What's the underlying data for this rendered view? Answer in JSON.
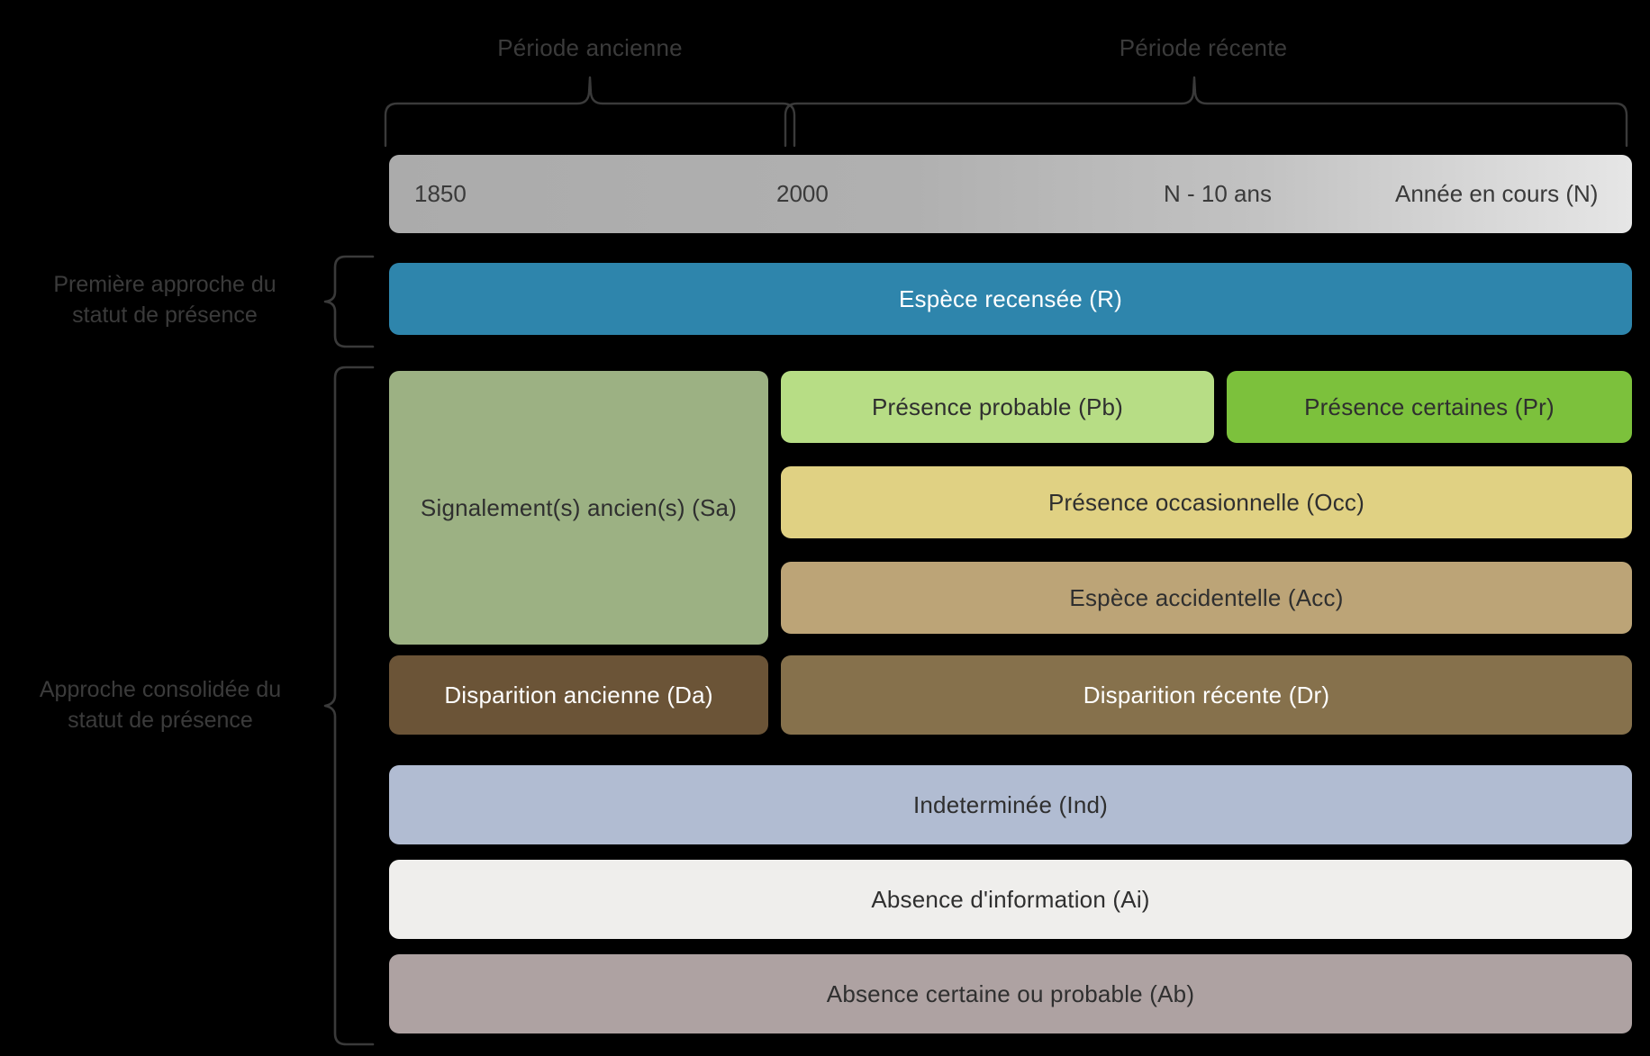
{
  "title": "Statut de présence – schéma des périodes",
  "colors": {
    "background": "#000000",
    "brace": "#3a3a3a",
    "heading_text": "#3b3b3b",
    "timeline_gradient_start": "#ABABAB",
    "timeline_gradient_end": "#E6E6E6",
    "recensee_blue": "#2E85AC",
    "signalement_green": "#9CB183",
    "probable_green": "#B7DD85",
    "certaine_green": "#7CC13C",
    "occasionnelle_yellow": "#E0D183",
    "accidentelle_tan": "#BCA477",
    "disparition_ancienne_brown": "#6B5437",
    "disparition_recente_brown": "#86714C",
    "indeterminee_blue_grey": "#B1BCD2",
    "absence_info_white": "#EFEEEC",
    "absence_certaine_grey": "#AEA2A2"
  },
  "periods": [
    {
      "id": "ancienne",
      "label": "Période ancienne"
    },
    {
      "id": "recente",
      "label": "Période récente"
    }
  ],
  "side_groups": [
    {
      "id": "first",
      "label": "Première approche du\nstatut de présence"
    },
    {
      "id": "consolidated",
      "label": "Approche consolidée du\nstatut de présence"
    }
  ],
  "timeline": {
    "ticks": [
      {
        "id": "start-year",
        "label": "1850"
      },
      {
        "id": "mid-year",
        "label": "2000"
      },
      {
        "id": "n-minus-ten",
        "label": "N - 10 ans"
      },
      {
        "id": "current-year",
        "label": "Année en cours (N)"
      }
    ]
  },
  "bars": {
    "recensee": {
      "label": "Espèce recensée (R)",
      "code": "R"
    },
    "signalement_ancien": {
      "label": "Signalement(s) ancien(s) (Sa)",
      "code": "Sa"
    },
    "presence_probable": {
      "label": "Présence probable (Pb)",
      "code": "Pb"
    },
    "presence_certaine": {
      "label": "Présence certaines (Pr)",
      "code": "Pr"
    },
    "presence_occasionnelle": {
      "label": "Présence occasionnelle (Occ)",
      "code": "Occ"
    },
    "espece_accidentelle": {
      "label": "Espèce accidentelle (Acc)",
      "code": "Acc"
    },
    "disparition_ancienne": {
      "label": "Disparition ancienne (Da)",
      "code": "Da"
    },
    "disparition_recente": {
      "label": "Disparition récente (Dr)",
      "code": "Dr"
    },
    "indeterminee": {
      "label": "Indeterminée (Ind)",
      "code": "Ind"
    },
    "absence_information": {
      "label": "Absence d'information (Ai)",
      "code": "Ai"
    },
    "absence_certaine": {
      "label": "Absence certaine ou probable (Ab)",
      "code": "Ab"
    }
  }
}
